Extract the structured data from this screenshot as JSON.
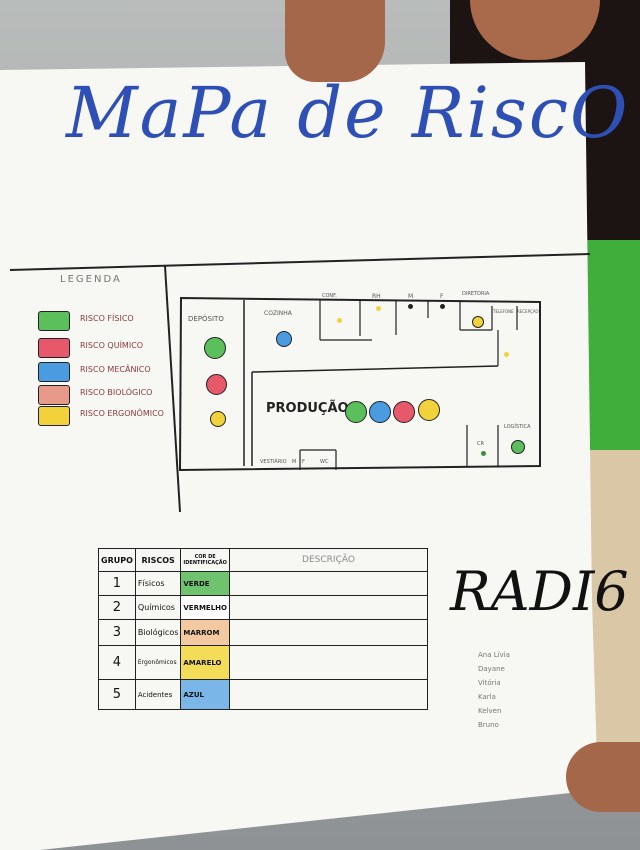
{
  "poster": {
    "title": "MaPa de RiscO",
    "legend_title": "LEGENDA",
    "legend": [
      {
        "label": "RISCO FÍSICO",
        "color": "#5bbf5b"
      },
      {
        "label": "RISCO QUÍMICO",
        "color": "#e8586b"
      },
      {
        "label": "RISCO MECÂNICO",
        "color": "#4a9be0"
      },
      {
        "label": "RISCO BIOLÓGICO",
        "color": "#e89a8a"
      },
      {
        "label": "RISCO ERGONÔMICO",
        "color": "#f1d23a"
      }
    ],
    "rooms": {
      "deposito": "DEPÓSITO",
      "cozinha": "COZINHA",
      "conf": "CONF.",
      "rh": "RH",
      "m": "M",
      "f": "F",
      "diretoria": "DIRETORIA",
      "telefone": "TELEFONE",
      "recepcao": "RECEPÇÃO",
      "producao": "PRODUÇÃO",
      "cr": "CR",
      "logistica": "LOGÍSTICA",
      "vestiario": "VESTIÁRIO",
      "m_small": "M",
      "f_small": "F",
      "wc": "WC"
    },
    "table": {
      "headers": [
        "GRUPO",
        "RISCOS",
        "COR DE IDENTIFICAÇÃO",
        "DESCRIÇÃO"
      ],
      "rows": [
        {
          "grupo": "1",
          "risco": "Físicos",
          "cor": "VERDE",
          "color": "#6fc36f"
        },
        {
          "grupo": "2",
          "risco": "Químicos",
          "cor": "VERMELHO",
          "color": "#ffffff"
        },
        {
          "grupo": "3",
          "risco": "Biológicos",
          "cor": "MARROM",
          "color": "#f2c9a0"
        },
        {
          "grupo": "4",
          "risco": "Ergonômicos",
          "cor": "AMARELO",
          "color": "#f3dc58"
        },
        {
          "grupo": "5",
          "risco": "Acidentes",
          "cor": "AZUL",
          "color": "#7ab6e8"
        }
      ]
    },
    "team": "RADI6",
    "names": [
      "Ana Lívia",
      "Dayane",
      "Vitória",
      "Karla",
      "Kelven",
      "Bruno"
    ]
  }
}
